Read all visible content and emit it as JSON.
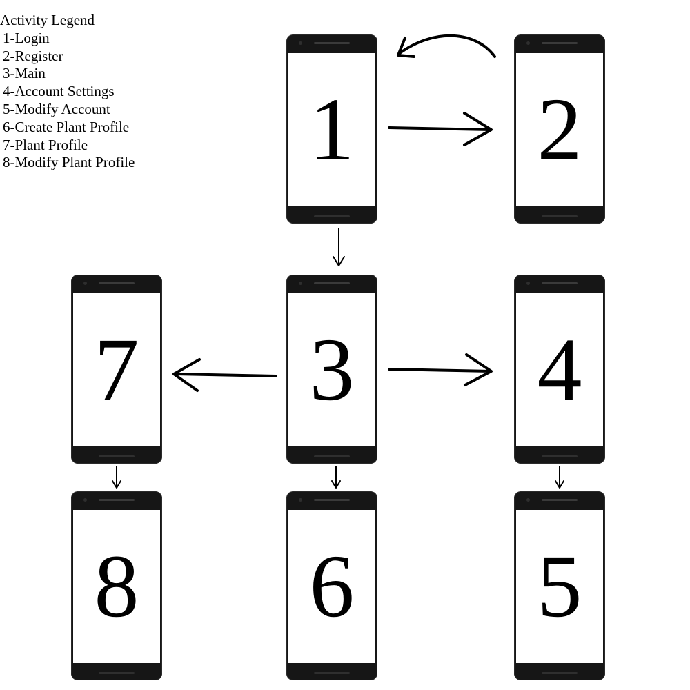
{
  "legend": {
    "title": "Activity Legend",
    "items": [
      "1-Login",
      "2-Register",
      "3-Main",
      "4-Account Settings",
      "5-Modify Account",
      "6-Create Plant Profile",
      "7-Plant Profile",
      "8-Modify Plant Profile"
    ]
  },
  "screens": {
    "s1": "1",
    "s2": "2",
    "s3": "3",
    "s4": "4",
    "s5": "5",
    "s6": "6",
    "s7": "7",
    "s8": "8"
  },
  "colors": {
    "device": "#161616",
    "screen": "#ffffff",
    "ink": "#000000"
  }
}
